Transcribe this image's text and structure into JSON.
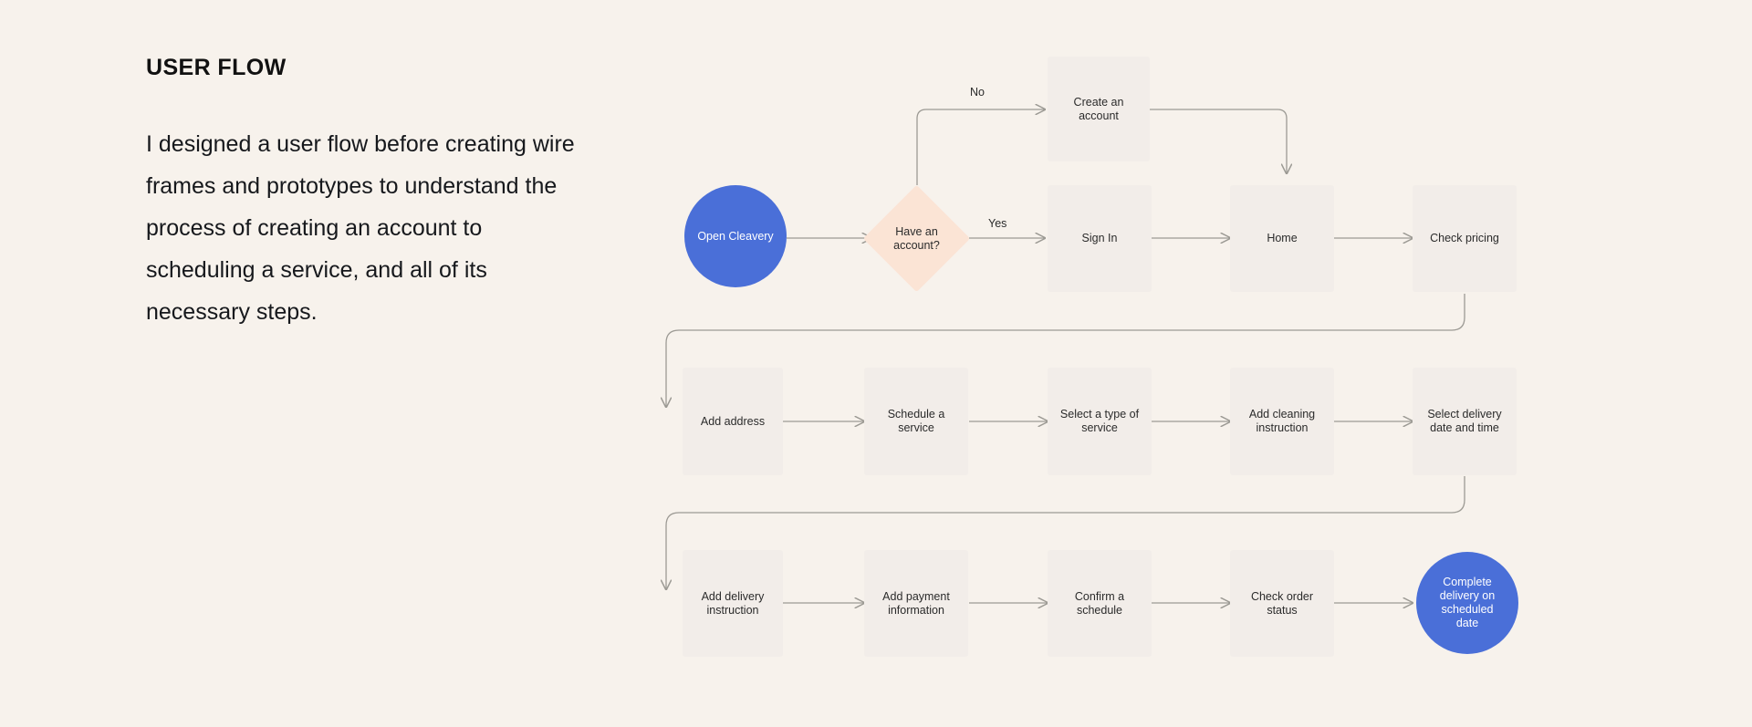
{
  "intro": {
    "title": "USER FLOW",
    "body": "I designed a user flow before creating wire frames and prototypes to understand the process of creating an account to scheduling a service, and all of its necessary steps."
  },
  "colors": {
    "background": "#f7f2ec",
    "box_fill": "#f2ede9",
    "accent_blue": "#4a6fd8",
    "decision_peach": "#fbe4d5",
    "connector": "#9c9a94",
    "text": "#2b2b2b"
  },
  "diagram": {
    "type": "flowchart",
    "nodes": [
      {
        "id": "start",
        "label": "Open Cleavery",
        "shape": "circle",
        "row": 1
      },
      {
        "id": "have-account",
        "label": "Have an account?",
        "shape": "diamond",
        "row": 1
      },
      {
        "id": "create-an-account",
        "label": "Create an account",
        "shape": "box",
        "row": 1
      },
      {
        "id": "sign-in",
        "label": "Sign In",
        "shape": "box",
        "row": 1
      },
      {
        "id": "home",
        "label": "Home",
        "shape": "box",
        "row": 1
      },
      {
        "id": "check-pricing",
        "label": "Check pricing",
        "shape": "box",
        "row": 1
      },
      {
        "id": "add-address",
        "label": "Add address",
        "shape": "box",
        "row": 2
      },
      {
        "id": "schedule-a-service",
        "label": "Schedule a service",
        "shape": "box",
        "row": 2
      },
      {
        "id": "select-type",
        "label": "Select a type of service",
        "shape": "box",
        "row": 2
      },
      {
        "id": "add-cleaning",
        "label": "Add cleaning instruction",
        "shape": "box",
        "row": 2
      },
      {
        "id": "select-delivery",
        "label": "Select delivery date and time",
        "shape": "box",
        "row": 2
      },
      {
        "id": "add-delivery",
        "label": "Add delivery instruction",
        "shape": "box",
        "row": 3
      },
      {
        "id": "add-payment",
        "label": "Add payment information",
        "shape": "box",
        "row": 3
      },
      {
        "id": "confirm-schedule",
        "label": "Confirm a schedule",
        "shape": "box",
        "row": 3
      },
      {
        "id": "check-order",
        "label": "Check order status",
        "shape": "box",
        "row": 3
      },
      {
        "id": "complete",
        "label": "Complete delivery on scheduled date",
        "shape": "circle",
        "row": 3
      }
    ],
    "edge_labels": {
      "no": "No",
      "yes": "Yes"
    }
  }
}
